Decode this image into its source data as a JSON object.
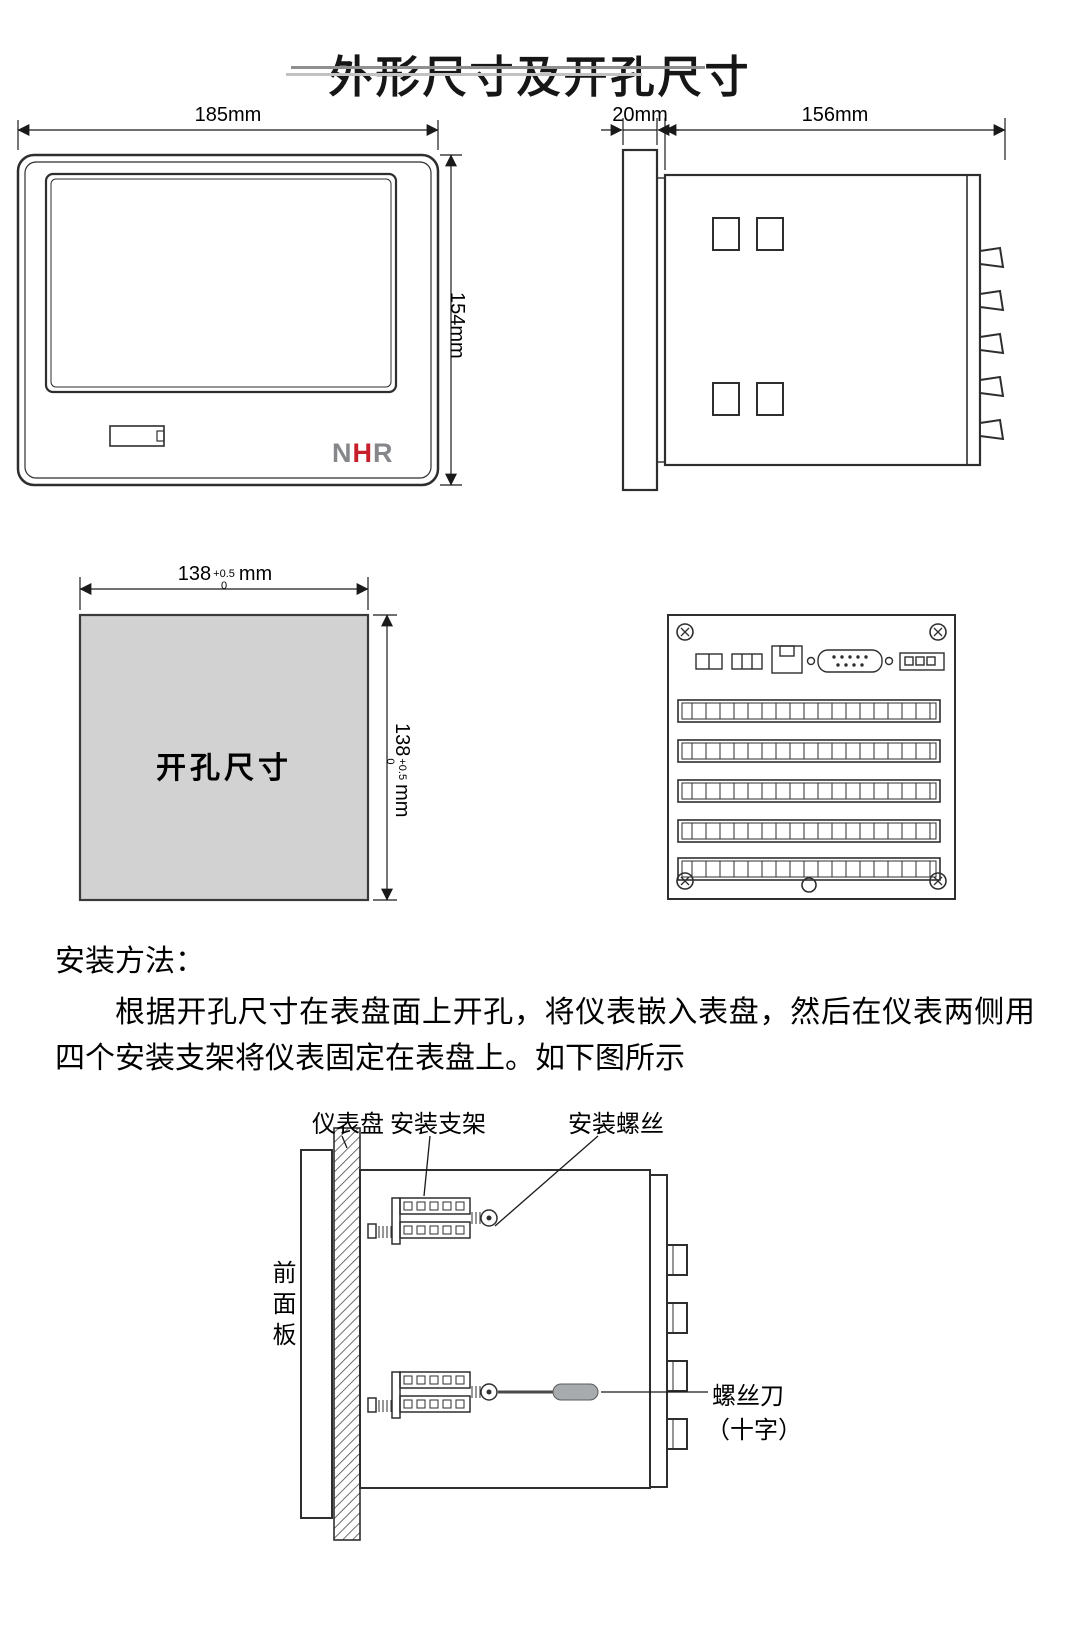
{
  "page": {
    "title": "外形尺寸及开孔尺寸"
  },
  "front_view": {
    "width_dim": "185mm",
    "height_dim": "154mm",
    "logo_n": "N",
    "logo_h": "H",
    "logo_r": "R"
  },
  "side_view": {
    "depth_dim": "20mm",
    "length_dim": "156mm"
  },
  "cutout_view": {
    "label": "开孔尺寸",
    "width_base": "138",
    "width_sup": "+0.5",
    "width_sub": "0",
    "width_unit": "mm",
    "height_base": "138",
    "height_sup": "+0.5",
    "height_sub": "0",
    "height_unit": "mm"
  },
  "install": {
    "heading": "安装方法：",
    "body": "根据开孔尺寸在表盘面上开孔，将仪表嵌入表盘，然后在仪表两侧用四个安装支架将仪表固定在表盘上。如下图所示",
    "label_panel": "仪表盘",
    "label_bracket": "安装支架",
    "label_screw": "安装螺丝",
    "label_front_panel": "前面板",
    "label_screwdriver": "螺丝刀",
    "label_screwdriver_type": "（十字）"
  }
}
